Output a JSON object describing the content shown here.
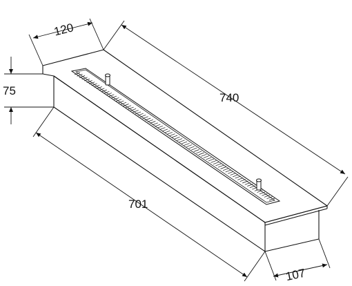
{
  "drawing": {
    "dimensions": {
      "depth_top": "120",
      "height": "75",
      "length_top": "740",
      "length_bottom": "701",
      "depth_bottom": "107"
    },
    "colors": {
      "line": "#111111",
      "background": "#ffffff"
    }
  }
}
